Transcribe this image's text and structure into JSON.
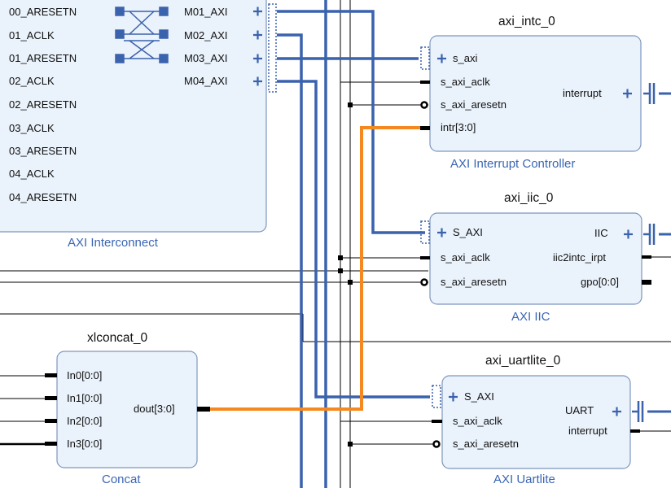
{
  "blocks": {
    "interconnect": {
      "caption": "AXI Interconnect",
      "left_ports": [
        "00_ARESETN",
        "01_ACLK",
        "01_ARESETN",
        "02_ACLK",
        "02_ARESETN",
        "03_ACLK",
        "03_ARESETN",
        "04_ACLK",
        "04_ARESETN"
      ],
      "masters": [
        "M01_AXI",
        "M02_AXI",
        "M03_AXI",
        "M04_AXI"
      ]
    },
    "intc": {
      "name": "axi_intc_0",
      "caption": "AXI Interrupt Controller",
      "ports": {
        "s_axi": "s_axi",
        "clk": "s_axi_aclk",
        "rst": "s_axi_aresetn",
        "intr": "intr[3:0]",
        "irq": "interrupt"
      }
    },
    "iic": {
      "name": "axi_iic_0",
      "caption": "AXI IIC",
      "ports": {
        "s_axi": "S_AXI",
        "clk": "s_axi_aclk",
        "rst": "s_axi_aresetn",
        "iic": "IIC",
        "irpt": "iic2intc_irpt",
        "gpo": "gpo[0:0]"
      }
    },
    "concat": {
      "name": "xlconcat_0",
      "caption": "Concat",
      "ports": {
        "in0": "In0[0:0]",
        "in1": "In1[0:0]",
        "in2": "In2[0:0]",
        "in3": "In3[0:0]",
        "dout": "dout[3:0]"
      }
    },
    "uart": {
      "name": "axi_uartlite_0",
      "caption": "AXI Uartlite",
      "ports": {
        "s_axi": "S_AXI",
        "clk": "s_axi_aclk",
        "rst": "s_axi_aresetn",
        "uart": "UART",
        "irq": "interrupt"
      }
    }
  },
  "colors": {
    "block_fill": "#eaf2fb",
    "block_border": "#7e97bd",
    "bus": "#3a62ad",
    "net": "#000000",
    "highlight": "#f5891f",
    "caption": "#3a66b4"
  },
  "icons": {
    "bus_port": "plus-icon",
    "reset": "bubble-icon",
    "crossbar": "crossbar-icon",
    "external_interface": "interface-bars-icon"
  }
}
